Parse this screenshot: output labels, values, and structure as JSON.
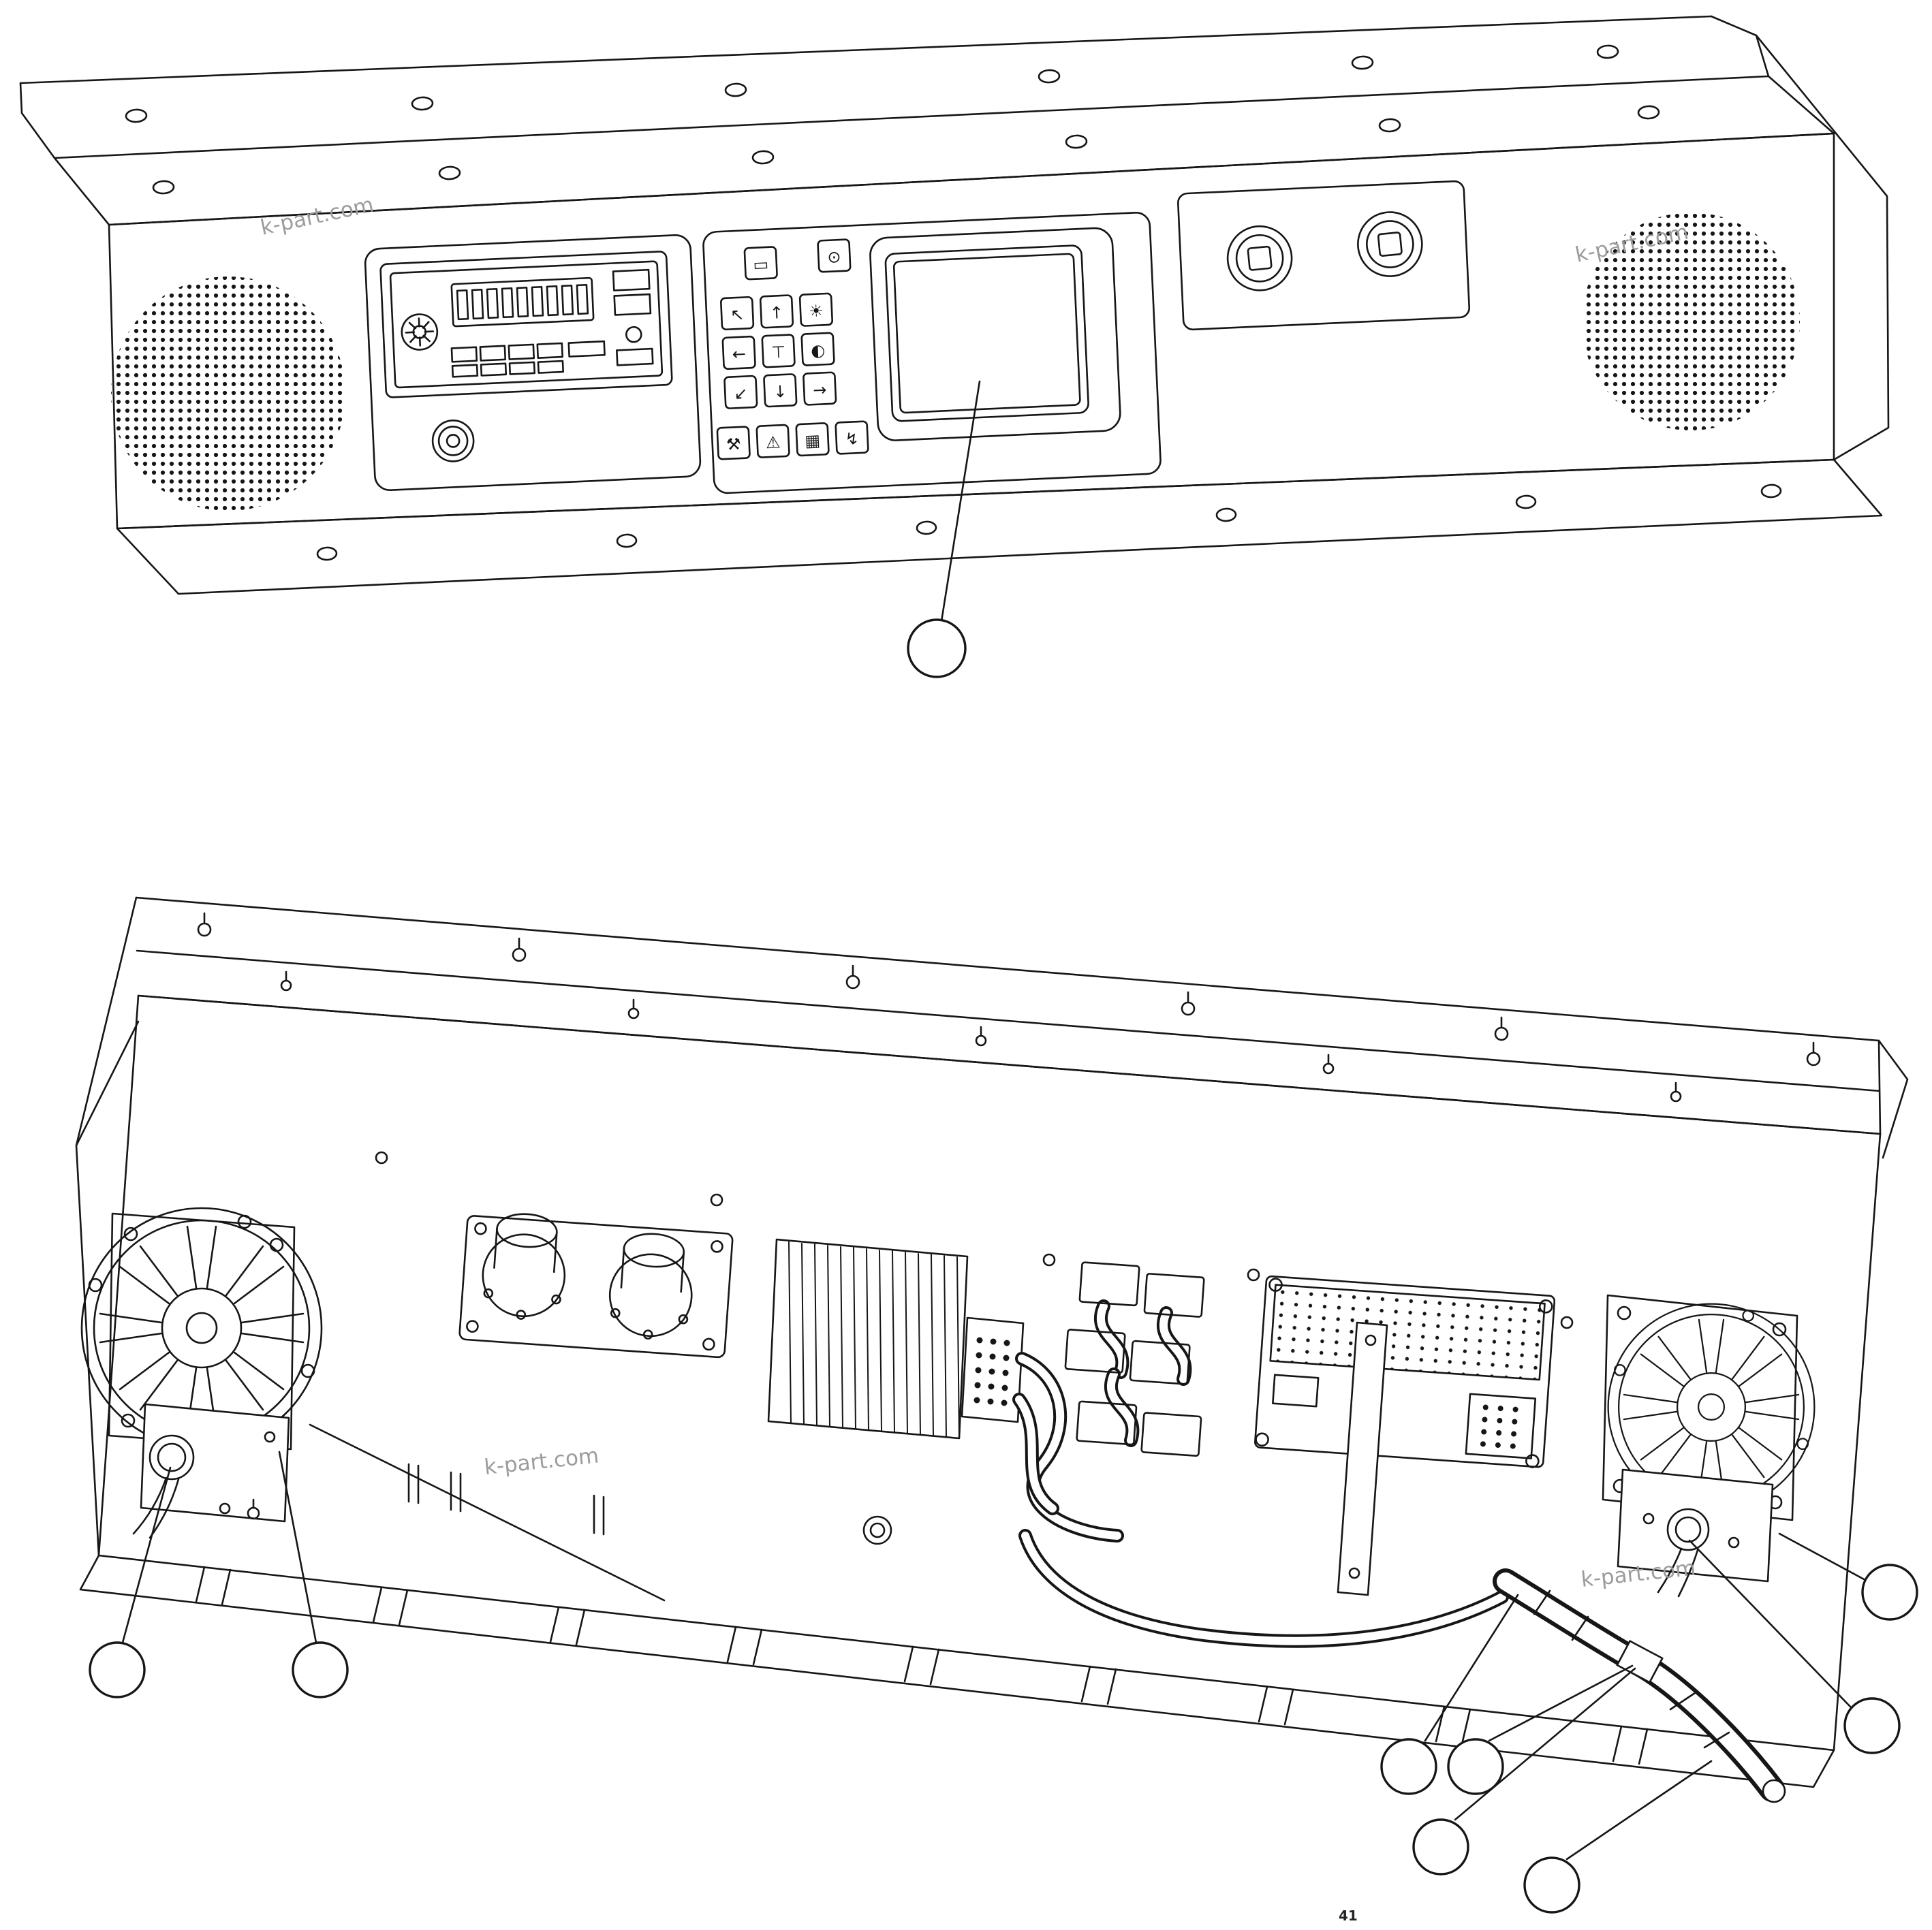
{
  "page": {
    "background": "#ffffff",
    "line_color": "#161616",
    "watermark_color": "#9c9c9c",
    "page_number": "41"
  },
  "watermarks": [
    {
      "text": "k-part.com"
    },
    {
      "text": "k-part.com"
    },
    {
      "text": "k-part.com"
    },
    {
      "text": "k-part.com"
    }
  ],
  "icons": {
    "display": "▭",
    "power": "⊙",
    "arrow_up_left": "↖",
    "arrow_up": "↑",
    "sun": "☀",
    "arrow_left": "←",
    "tool_post": "⊤",
    "contrast": "◐",
    "arrow_down_left": "↙",
    "arrow_down": "↓",
    "arrow_right": "→",
    "hammer": "⚒",
    "warning": "⚠",
    "grid": "▦",
    "bolt": "↯"
  }
}
